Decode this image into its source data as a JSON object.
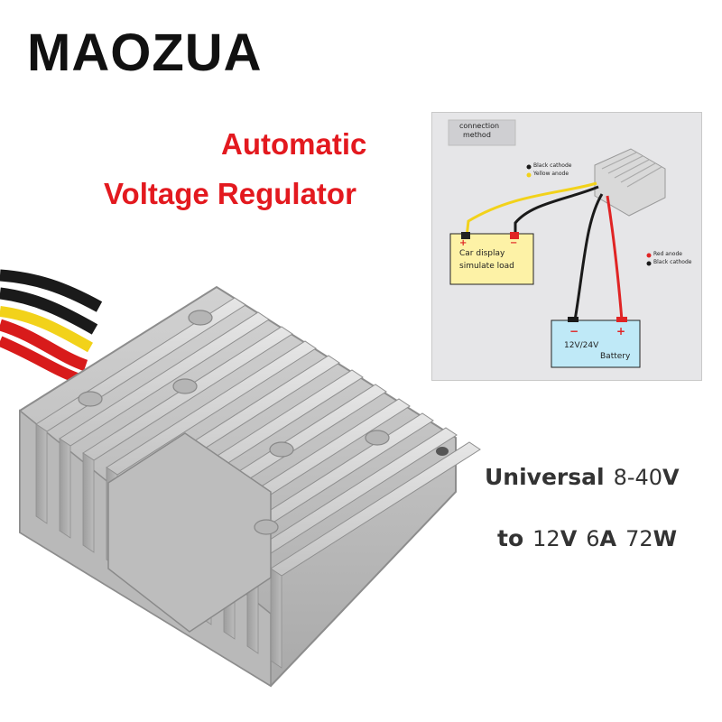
{
  "brand": {
    "name": "MAOZUA"
  },
  "headline": {
    "line1": "Automatic",
    "line2": "Voltage Regulator"
  },
  "specs": {
    "line1": {
      "word": "Universal",
      "input_range": "8-40",
      "input_unit": "V"
    },
    "line2": {
      "word": "to",
      "output_voltage": "12",
      "output_voltage_unit": "V",
      "current": "6",
      "current_unit": "A",
      "power": "72",
      "power_unit": "W"
    }
  },
  "diagram": {
    "tag_line1": "connection",
    "tag_line2": "method",
    "legend_top": [
      "Black cathode",
      "Yellow anode"
    ],
    "legend_right": [
      "Red anode",
      "Black cathode"
    ],
    "load_label_line1": "Car display",
    "load_label_line2": "simulate load",
    "battery_label_voltage": "12V/24V",
    "battery_label_name": "Battery",
    "plus": "+",
    "minus": "−"
  },
  "colors": {
    "brand": "#111111",
    "headline": "#e3191f",
    "spec_text": "#333333",
    "wire_red": "#e02424",
    "wire_yellow": "#f2d21a",
    "wire_black": "#1a1a1a",
    "load_box": "#fdf2a6",
    "battery_box": "#bfe9f7",
    "aluminum": "#c6c6c6"
  },
  "icons": [
    "regulator-device-image",
    "regulator-mini-icon"
  ]
}
